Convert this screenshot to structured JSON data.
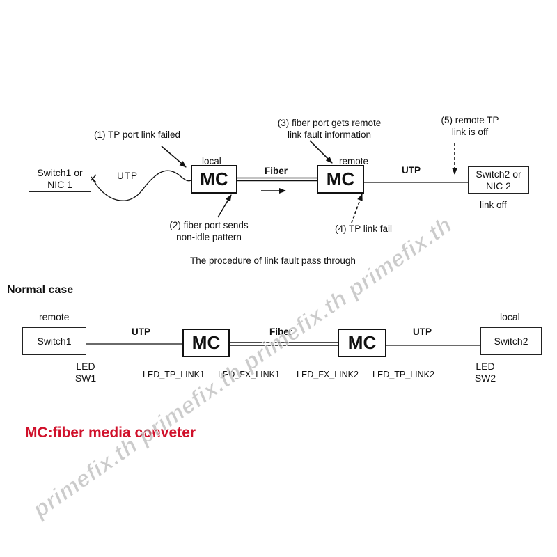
{
  "colors": {
    "line": "#111111",
    "footer": "#d0112b",
    "watermark": "#a0a0a0"
  },
  "fault": {
    "switch1": [
      "Switch1 or",
      "NIC 1"
    ],
    "switch2": [
      "Switch2 or",
      "NIC 2"
    ],
    "mc_left": "MC",
    "mc_right": "MC",
    "local": "local",
    "remote": "remote",
    "utp_left": "UTP",
    "fiber": "Fiber",
    "utp_right": "UTP",
    "link_off": "link  off",
    "step1": "(1) TP port link failed",
    "step2": [
      "(2) fiber port sends",
      "non-idle pattern"
    ],
    "step3": [
      "(3) fiber port gets remote",
      "link fault information"
    ],
    "step4": "(4) TP link fail",
    "step5": [
      "(5) remote TP",
      "link is off"
    ],
    "caption": "The procedure of link fault pass through"
  },
  "normal": {
    "heading": "Normal case",
    "remote": "remote",
    "local": "local",
    "switch1": "Switch1",
    "switch2": "Switch2",
    "mc_left": "MC",
    "mc_right": "MC",
    "utp_left": "UTP",
    "fiber": "Fiber",
    "utp_right": "UTP",
    "led_sw1": [
      "LED",
      "SW1"
    ],
    "led_sw2": [
      "LED",
      "SW2"
    ],
    "led_tp_link1": "LED_TP_LINK1",
    "led_fx_link1": "LED_FX_LINK1",
    "led_fx_link2": "LED_FX_LINK2",
    "led_tp_link2": "LED_TP_LINK2"
  },
  "footer": "MC:fiber media conveter",
  "watermark": "primefix.th primefix.th primefix.th primefix.th"
}
